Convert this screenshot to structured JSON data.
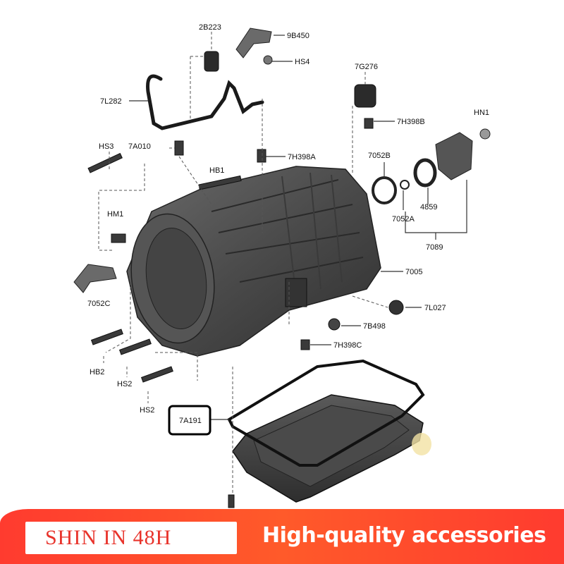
{
  "diagram": {
    "part_labels": {
      "l_2B223": "2B223",
      "l_9B450": "9B450",
      "l_HS4": "HS4",
      "l_7G276": "7G276",
      "l_7L282": "7L282",
      "l_7H398B": "7H398B",
      "l_HN1": "HN1",
      "l_HS3": "HS3",
      "l_7A010": "7A010",
      "l_7H398A": "7H398A",
      "l_7052B": "7052B",
      "l_HB1": "HB1",
      "l_4859": "4859",
      "l_7052A": "7052A",
      "l_HM1": "HM1",
      "l_7089": "7089",
      "l_7005": "7005",
      "l_7052C": "7052C",
      "l_7L027": "7L027",
      "l_7B498": "7B498",
      "l_7H398C": "7H398C",
      "l_HB2": "HB2",
      "l_HS2a": "HS2",
      "l_HS2b": "HS2",
      "l_7A191": "7A191"
    },
    "highlighted_part": "7A191",
    "colors": {
      "part_dark": "#3a3a3a",
      "leader_line": "#555555",
      "highlight_box": "#000000"
    }
  },
  "banner": {
    "tag_text": "SHIN IN 48H",
    "tagline": "High-quality accessories",
    "colors": {
      "background": "#ff3b2f",
      "tag_box": "#ffffff",
      "tag_text": "#e8332b",
      "tagline_text": "#ffffff"
    }
  }
}
